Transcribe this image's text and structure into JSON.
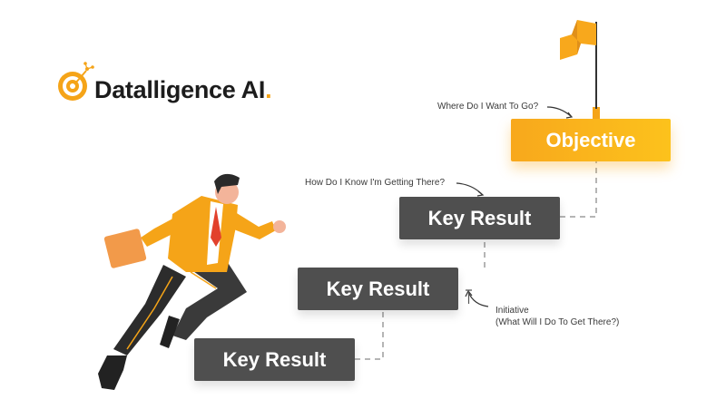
{
  "logo": {
    "name": "Datalligence AI",
    "dot": "."
  },
  "objective": {
    "label": "Objective"
  },
  "key_results": [
    {
      "label": "Key Result"
    },
    {
      "label": "Key Result"
    },
    {
      "label": "Key Result"
    }
  ],
  "annotations": {
    "where": "Where Do I Want To Go?",
    "how": "How Do I Know I'm Getting There?",
    "initiative_line1": "Initiative",
    "initiative_line2": "(What Will I Do To Get There?)"
  },
  "colors": {
    "accent": "#f8a81c",
    "box_dark": "#4f4f4f",
    "text_dark": "#1c1c1c"
  }
}
